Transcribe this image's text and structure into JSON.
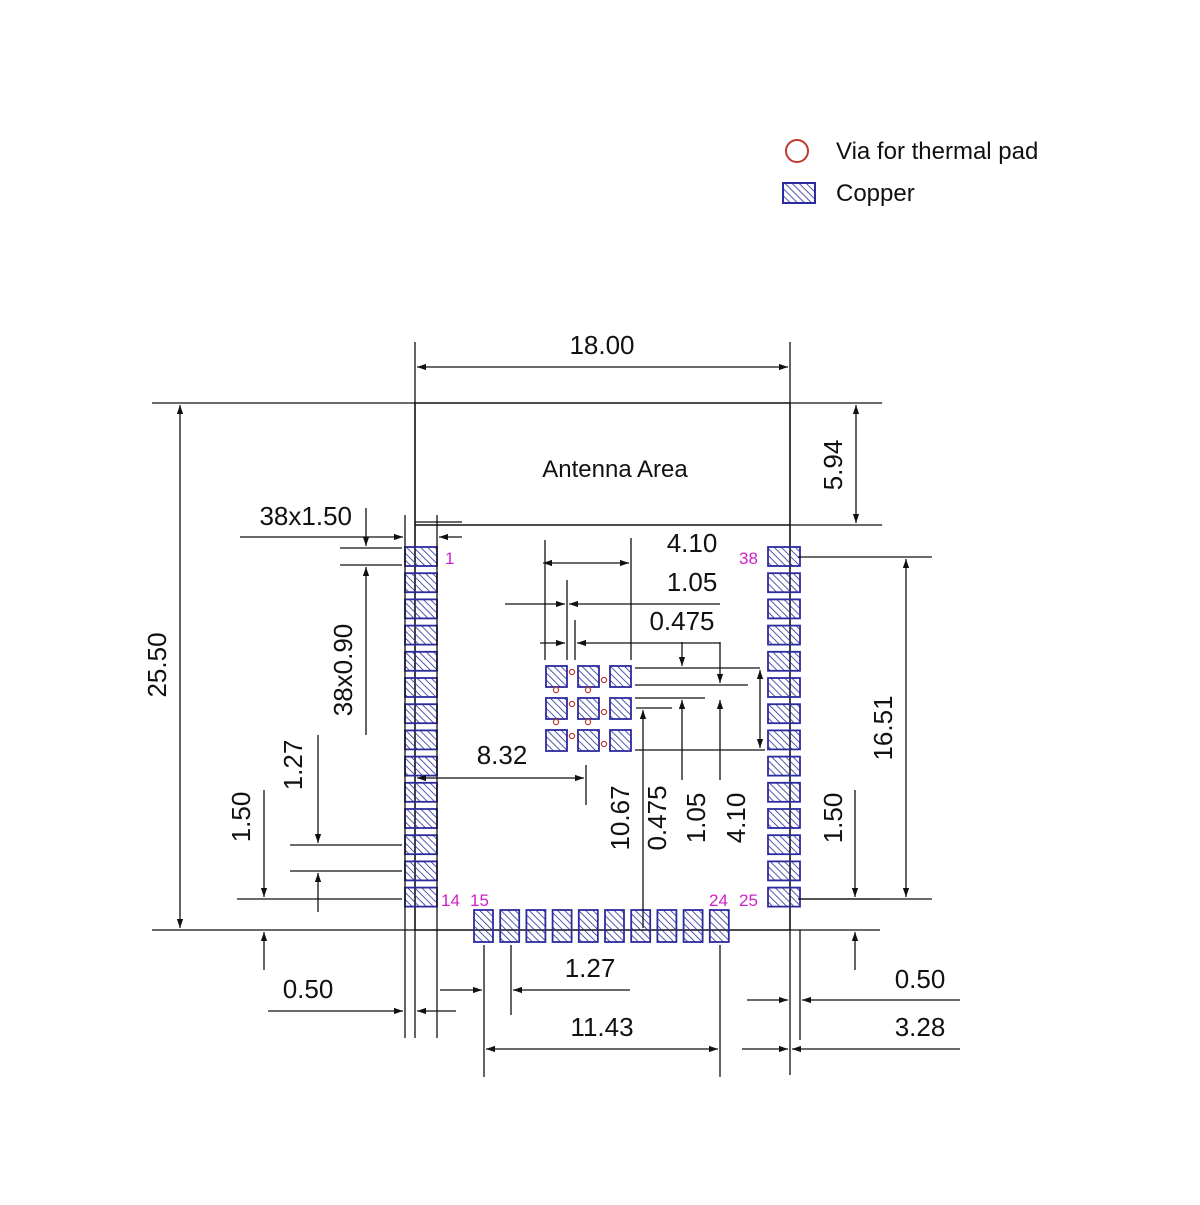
{
  "legend": {
    "via_label": "Via for thermal pad",
    "copper_label": "Copper",
    "via_color": "#c0392b",
    "copper_color": "#2b2b9e"
  },
  "colors": {
    "line": "#111111",
    "pin_label": "#d020c8"
  },
  "module": {
    "antenna_label": "Antenna Area"
  },
  "pins": {
    "left_first": "1",
    "left_last": "14",
    "bottom_first": "15",
    "bottom_last": "24",
    "right_first": "25",
    "right_last": "38"
  },
  "dimensions": {
    "width": "18.00",
    "height": "25.50",
    "antenna_height": "5.94",
    "pad_length": "38x1.50",
    "pad_width": "38x0.90",
    "pin_pitch_left": "1.27",
    "bottom_margin_left": "1.50",
    "bottom_margin_right": "1.50",
    "edge_offset_left": "0.50",
    "edge_offset_right": "0.50",
    "pad_column_span": "16.51",
    "thermal_h_outer": "4.10",
    "thermal_h_mid": "1.05",
    "thermal_h_inner": "0.475",
    "thermal_offset_x": "8.32",
    "thermal_offset_y": "10.67",
    "thermal_v_inner": "0.475",
    "thermal_v_mid": "1.05",
    "thermal_v_outer": "4.10",
    "bottom_pitch": "1.27",
    "bottom_span": "11.43",
    "bottom_right_offset": "3.28"
  }
}
